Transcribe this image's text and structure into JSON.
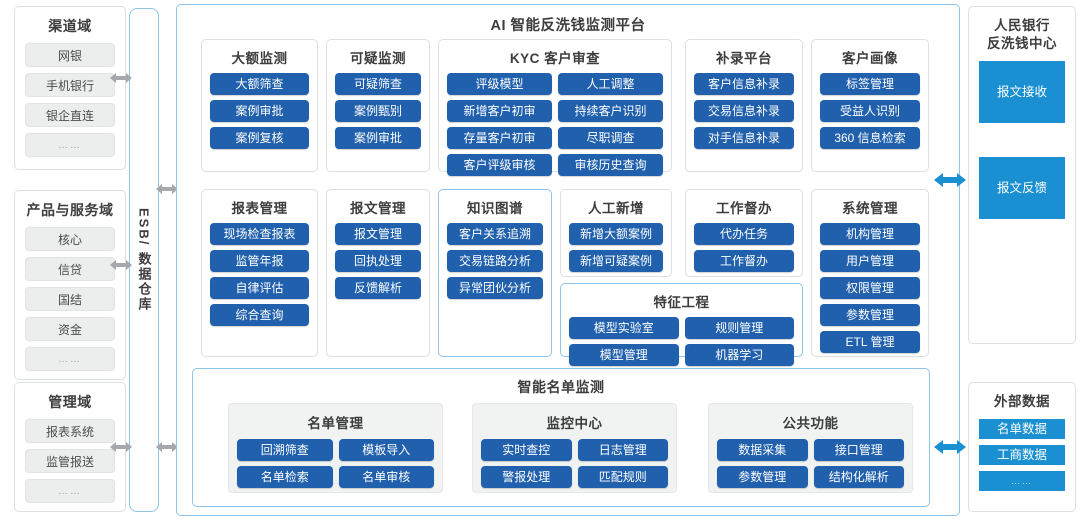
{
  "center": {
    "title": "AI 智能反洗钱监测平台",
    "modules": [
      {
        "title": "大额监测",
        "items": [
          "大额筛查",
          "案例审批",
          "案例复核"
        ]
      },
      {
        "title": "可疑监测",
        "items": [
          "可疑筛查",
          "案例甄别",
          "案例审批"
        ]
      },
      {
        "title": "KYC 客户审查",
        "items": [
          "评级模型",
          "人工调整",
          "新增客户初审",
          "持续客户识别",
          "存量客户初审",
          "尽职调查",
          "客户评级审核",
          "审核历史查询"
        ]
      },
      {
        "title": "补录平台",
        "items": [
          "客户信息补录",
          "交易信息补录",
          "对手信息补录"
        ]
      },
      {
        "title": "客户画像",
        "items": [
          "标签管理",
          "受益人识别",
          "360 信息检索"
        ]
      },
      {
        "title": "报表管理",
        "items": [
          "现场检查报表",
          "监管年报",
          "自律评估",
          "综合查询"
        ]
      },
      {
        "title": "报文管理",
        "items": [
          "报文管理",
          "回执处理",
          "反馈解析"
        ]
      },
      {
        "title": "知识图谱",
        "items": [
          "客户关系追溯",
          "交易链路分析",
          "异常团伙分析"
        ]
      },
      {
        "title": "人工新增",
        "items": [
          "新增大额案例",
          "新增可疑案例"
        ]
      },
      {
        "title": "工作督办",
        "items": [
          "代办任务",
          "工作督办"
        ]
      },
      {
        "title": "系统管理",
        "items": [
          "机构管理",
          "用户管理",
          "权限管理",
          "参数管理",
          "ETL 管理"
        ]
      },
      {
        "title": "特征工程",
        "items": [
          "模型实验室",
          "规则管理",
          "模型管理",
          "机器学习"
        ]
      }
    ],
    "list_section": {
      "title": "智能名单监测",
      "groups": [
        {
          "title": "名单管理",
          "items": [
            "回溯筛查",
            "模板导入",
            "名单检索",
            "名单审核"
          ]
        },
        {
          "title": "监控中心",
          "items": [
            "实时查控",
            "日志管理",
            "警报处理",
            "匹配规则"
          ]
        },
        {
          "title": "公共功能",
          "items": [
            "数据采集",
            "接口管理",
            "参数管理",
            "结构化解析"
          ]
        }
      ]
    }
  },
  "left": {
    "esb_label": "ESB/ 数据仓库",
    "domains": [
      {
        "title": "渠道域",
        "items": [
          "网银",
          "手机银行",
          "银企直连",
          "……"
        ]
      },
      {
        "title": "产品与服务域",
        "items": [
          "核心",
          "信贷",
          "国结",
          "资金",
          "……"
        ]
      },
      {
        "title": "管理域",
        "items": [
          "报表系统",
          "监管报送",
          "……"
        ]
      }
    ]
  },
  "right": {
    "panels": [
      {
        "title": "人民银行\n反洗钱中心",
        "title_line1": "人民银行",
        "title_line2": "反洗钱中心",
        "items": [
          "报文接收",
          "报文反馈"
        ]
      },
      {
        "title_line1": "外部数据",
        "title_line2": "",
        "items": [
          "名单数据",
          "工商数据",
          "……"
        ]
      }
    ]
  },
  "colors": {
    "button_blue": "#2060ad",
    "cyan": "#1a8fd1",
    "arrow_gray": "#a6a8ab",
    "arrow_blue": "#1a8fd1",
    "panel_border": "#dcdfe3",
    "panel_border_blue": "#8ec6e8",
    "chip_gray": "#eceded"
  }
}
